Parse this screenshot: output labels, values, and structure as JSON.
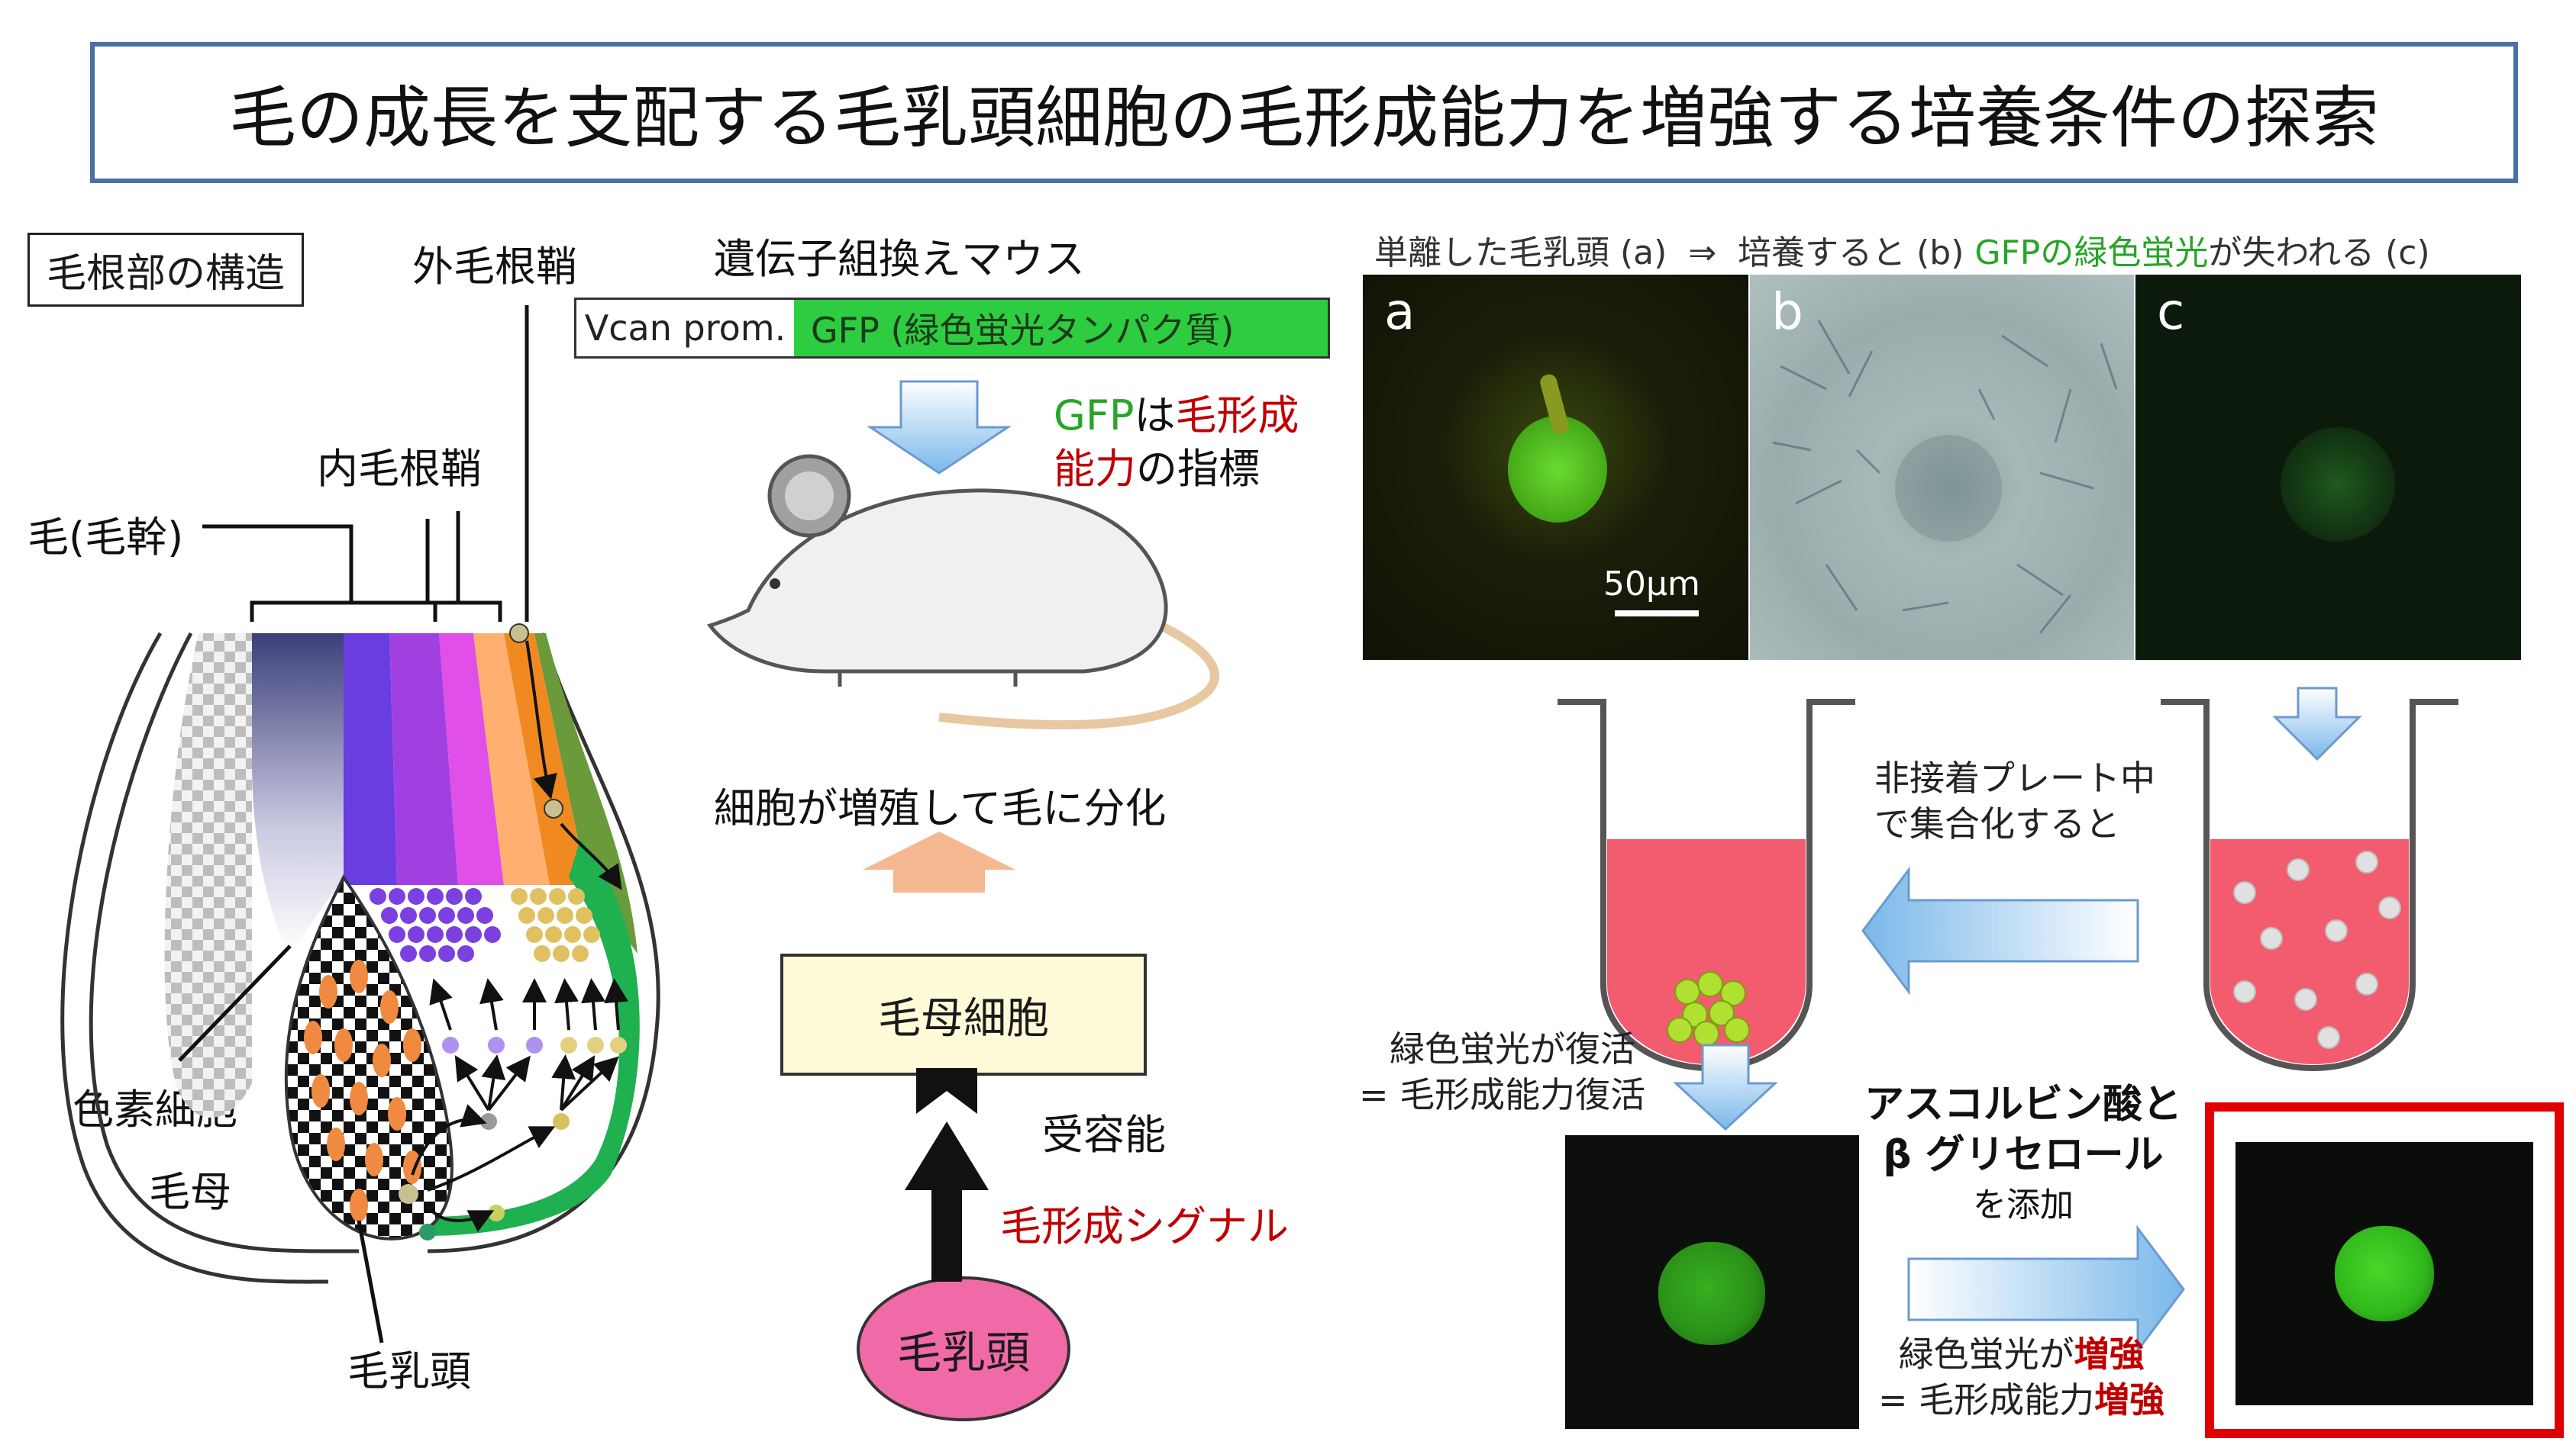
{
  "title": "毛の成長を支配する毛乳頭細胞の毛形成能力を増強する培養条件の探索",
  "left_panel": {
    "header": "毛根部の構造",
    "labels": {
      "outer_root_sheath": "外毛根鞘",
      "inner_root_sheath": "内毛根鞘",
      "hair_shaft": "毛(毛幹)",
      "melanocyte": "色素細胞",
      "matrix": "毛母",
      "dermal_papilla": "毛乳頭"
    }
  },
  "middle_panel": {
    "transgenic_title": "遺伝子組換えマウス",
    "construct": {
      "promoter": "Vcan prom.",
      "gene": "GFP (緑色蛍光タンパク質)"
    },
    "indicator_line1_green": "GFP",
    "indicator_line1_black": "は",
    "indicator_line1_red": "毛形成",
    "indicator_line2_red": "能力",
    "indicator_line2_black": "の指標",
    "proliferate_text": "細胞が増殖して毛に分化",
    "matrix_cell": "毛母細胞",
    "receptivity": "受容能",
    "signal": "毛形成シグナル",
    "papilla": "毛乳頭"
  },
  "right_panel": {
    "caption_part1": "単離した毛乳頭 (a)",
    "caption_arrow": "⇒",
    "caption_part2": "培養すると (b)",
    "caption_green": "GFPの緑色蛍光",
    "caption_part3": "が失われる (c)",
    "panel_letters": [
      "a",
      "b",
      "c"
    ],
    "scale_bar": "50μm",
    "non_adhesive_line1": "非接着プレート中",
    "non_adhesive_line2": "で集合化すると",
    "restore_line1": "緑色蛍光が復活",
    "restore_line2": "= 毛形成能力復活",
    "additive_line1": "アスコルビン酸と",
    "additive_line2": "β グリセロール",
    "additive_line3": "を添加",
    "enhance_line1_black": "緑色蛍光が",
    "enhance_line1_red": "増強",
    "enhance_line2_black": "= 毛形成能力",
    "enhance_line2_red": "増強"
  },
  "colors": {
    "title_border": "#4a6fa5",
    "gfp_green": "#2ecc40",
    "highlight_red": "#e00000",
    "well_pink": "#f25c6e",
    "arrow_blue": "#8ec5f0",
    "arrow_orange": "#f0b080",
    "papilla_pink": "#f06aa8"
  }
}
